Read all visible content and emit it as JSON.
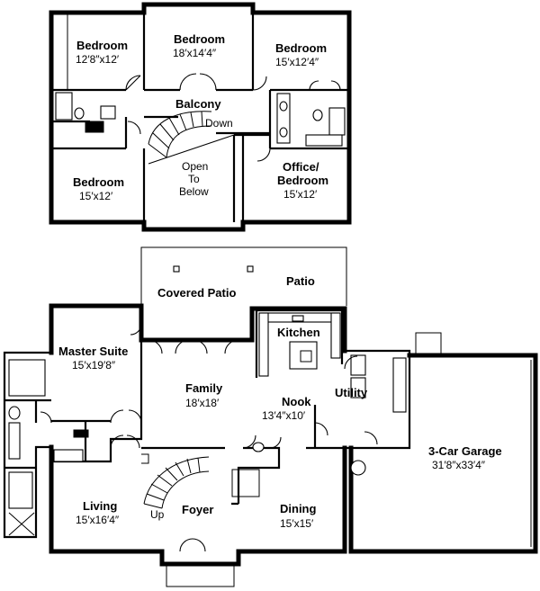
{
  "upper_floor": {
    "rooms": [
      {
        "id": "bedroom-nw",
        "name": "Bedroom",
        "size": "12′8″x12′"
      },
      {
        "id": "bedroom-n",
        "name": "Bedroom",
        "size": "18′x14′4″"
      },
      {
        "id": "bedroom-ne",
        "name": "Bedroom",
        "size": "15′x12′4″"
      },
      {
        "id": "bedroom-sw",
        "name": "Bedroom",
        "size": "15′x12′"
      },
      {
        "id": "office-bedroom",
        "name_line1": "Office/",
        "name_line2": "Bedroom",
        "size": "15′x12′"
      }
    ],
    "balcony": "Balcony",
    "down": "Down",
    "open_to_below": [
      "Open",
      "To",
      "Below"
    ]
  },
  "main_floor": {
    "covered_patio": "Covered Patio",
    "patio": "Patio",
    "kitchen": "Kitchen",
    "master_suite": {
      "name": "Master Suite",
      "size": "15′x19′8″"
    },
    "family": {
      "name": "Family",
      "size": "18′x18′"
    },
    "nook": {
      "name": "Nook",
      "size": "13′4″x10′"
    },
    "utility": "Utility",
    "garage": {
      "name": "3-Car Garage",
      "size": "31′8″x33′4″"
    },
    "living": {
      "name": "Living",
      "size": "15′x16′4″"
    },
    "foyer": "Foyer",
    "up": "Up",
    "dining": {
      "name": "Dining",
      "size": "15′x15′"
    }
  }
}
